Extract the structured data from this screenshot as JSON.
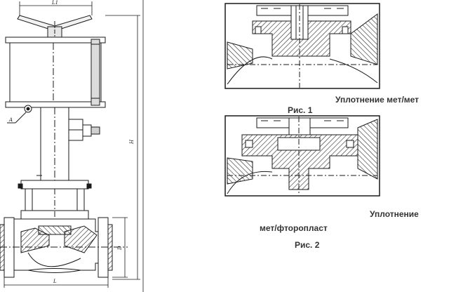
{
  "drawing": {
    "dims": {
      "top_width": "L1",
      "height": "H",
      "diameter": "D",
      "length": "L"
    },
    "callout": "A"
  },
  "captions": {
    "seal_metal_line1": "Уплотнение мет/мет",
    "fig1": "Рис. 1",
    "seal_ptfe_line1": "Уплотнение",
    "seal_ptfe_line2": "мет/фторопласт",
    "fig2": "Рис. 2"
  },
  "colors": {
    "line": "#1a1a1a",
    "hatch": "#2b2b2b",
    "text": "#333333"
  }
}
